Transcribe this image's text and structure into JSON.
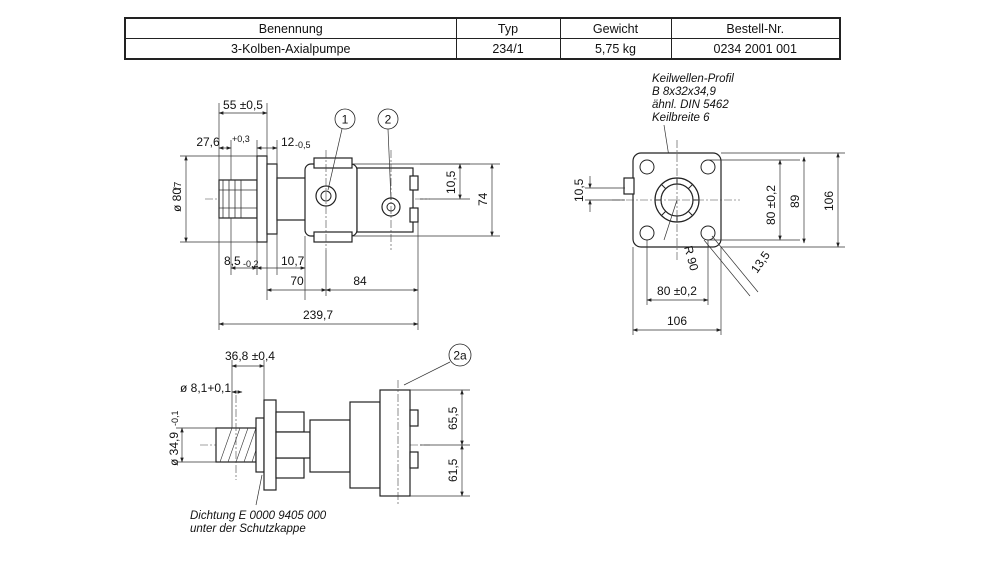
{
  "table": {
    "headers": [
      "Benennung",
      "Typ",
      "Gewicht",
      "Bestell-Nr."
    ],
    "row": [
      "3-Kolben-Axialpumpe",
      "234/1",
      "5,75 kg",
      "0234 2001 001"
    ]
  },
  "side_view": {
    "dim_55": "55 ±0,5",
    "dim_27_6": "27,6",
    "dim_27_6_tol": "+0,3",
    "dim_12": "12",
    "dim_12_tol": "-0,5",
    "dim_dia80": "ø 80",
    "dim_dia80_tol": "f7",
    "dim_10_5": "10,5",
    "dim_74": "74",
    "dim_8_5": "8,5",
    "dim_8_5_tol": "-0,2",
    "dim_10_7": "10,7",
    "dim_70": "70",
    "dim_84": "84",
    "dim_239_7": "239,7",
    "callout_1": "1",
    "callout_2": "2"
  },
  "front_view": {
    "note_lines": [
      "Keilwellen-Profil",
      "B 8x32x34,9",
      "ähnl. DIN 5462",
      "Keilbreite 6"
    ],
    "dim_10_5": "10,5",
    "dim_80_v": "80 ±0,2",
    "dim_89": "89",
    "dim_106_v": "106",
    "dim_r90": "R 90",
    "dim_13_5": "13,5",
    "dim_80_h": "80 ±0,2",
    "dim_106_h": "106"
  },
  "bottom_view": {
    "dim_36_8": "36,8 ±0,4",
    "dim_dia8_1": "ø 8,1+0,1",
    "dim_dia34_9": "ø 34,9",
    "dim_dia34_9_tol": "-0,1",
    "dim_65_5": "65,5",
    "dim_61_5": "61,5",
    "callout_2a": "2a",
    "note_lines": [
      "Dichtung E 0000 9405 000",
      "unter der Schutzkappe"
    ]
  }
}
